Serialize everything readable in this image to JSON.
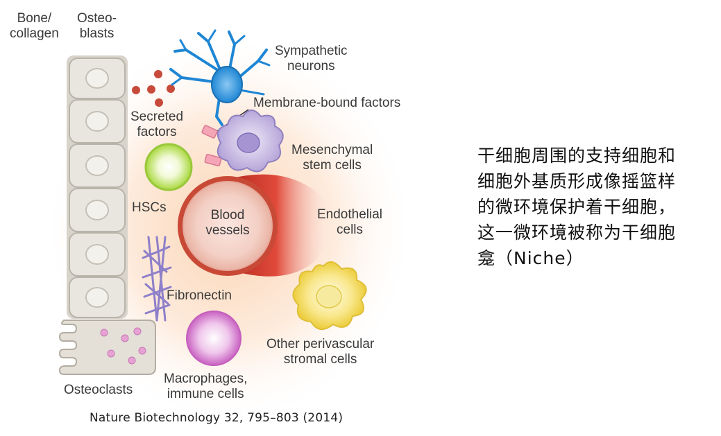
{
  "diagram": {
    "labels": {
      "bone_collagen": [
        "Bone/",
        "collagen"
      ],
      "osteoblasts": [
        "Osteo-",
        "blasts"
      ],
      "sympathetic_neurons": [
        "Sympathetic",
        "neurons"
      ],
      "membrane_bound_factors": "Membrane-bound factors",
      "secreted_factors": [
        "Secreted",
        "factors"
      ],
      "mesenchymal_stem_cells": [
        "Mesenchymal",
        "stem cells"
      ],
      "hscs": "HSCs",
      "blood_vessels": [
        "Blood",
        "vessels"
      ],
      "endothelial_cells": [
        "Endothelial",
        "cells"
      ],
      "fibronectin": "Fibronectin",
      "other_perivascular_stromal_cells": [
        "Other perivascular",
        "stromal cells"
      ],
      "macrophages_immune_cells": [
        "Macrophages,",
        "immune cells"
      ],
      "osteoclasts": "Osteoclasts"
    },
    "citation": "Nature Biotechnology 32, 795–803 (2014)"
  },
  "caption": {
    "lines": [
      "干细胞周围的支持细胞和",
      "细胞外基质形成像摇篮样",
      "的微环境保护着干细胞，",
      "这一微环境被称为干细胞",
      "龛（Niche）"
    ]
  },
  "colors": {
    "glow": "#fbd9bf",
    "osteoblast_fill": "#e6e3dc",
    "neuron": "#1f86d4",
    "msc": "#c9bde3",
    "hsc": "#b9e05a",
    "vessel_wall": "#c84a36",
    "endothelial_red": "#d8332a",
    "stromal": "#f3d653",
    "macrophage": "#d77fcf",
    "fibronectin": "#8d7fc9",
    "secreted": "#c74a3a"
  }
}
